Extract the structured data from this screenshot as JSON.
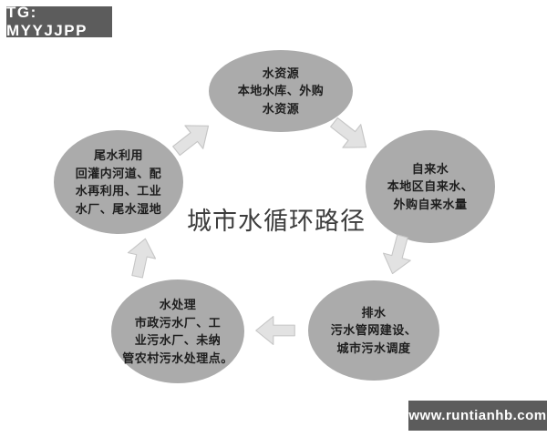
{
  "badges": {
    "telegram": "TG: MYYJJPP",
    "website": "www.runtianhb.com"
  },
  "diagram": {
    "title": "城市水循环路径",
    "nodes": [
      {
        "name": "water-resources",
        "lines": [
          "水资源",
          "本地水库、外购",
          "水资源"
        ]
      },
      {
        "name": "tap-water",
        "lines": [
          "自来水",
          "本地区自来水、",
          "外购自来水量"
        ]
      },
      {
        "name": "drainage",
        "lines": [
          "排水",
          "污水管网建设、",
          "城市污水调度"
        ]
      },
      {
        "name": "water-treatment",
        "lines": [
          "水处理",
          "市政污水厂、工",
          "业污水厂、未纳",
          "管农村污水处理点。"
        ]
      },
      {
        "name": "tailwater-reuse",
        "lines": [
          "尾水利用",
          "回灌内河道、配",
          "水再利用、工业",
          "水厂、尾水湿地"
        ]
      }
    ],
    "arrows": [
      {
        "icon": "arrow-up-right-icon",
        "from": "尾水利用",
        "to": "水资源"
      },
      {
        "icon": "arrow-down-right-icon",
        "from": "水资源",
        "to": "自来水"
      },
      {
        "icon": "arrow-down-icon",
        "from": "自来水",
        "to": "排水"
      },
      {
        "icon": "arrow-left-icon",
        "from": "排水",
        "to": "水处理"
      },
      {
        "icon": "arrow-up-icon",
        "from": "水处理",
        "to": "尾水利用"
      }
    ]
  },
  "colors": {
    "background": "#ffffff",
    "node-fill": "#ababab",
    "node-text": "#1e1e1e",
    "arrow-fill": "#e2e2e2",
    "arrow-stroke": "#c6c6c6",
    "badge-bg": "#5c5c5c",
    "badge-text": "#ffffff",
    "title-text": "#3d3d3d"
  }
}
